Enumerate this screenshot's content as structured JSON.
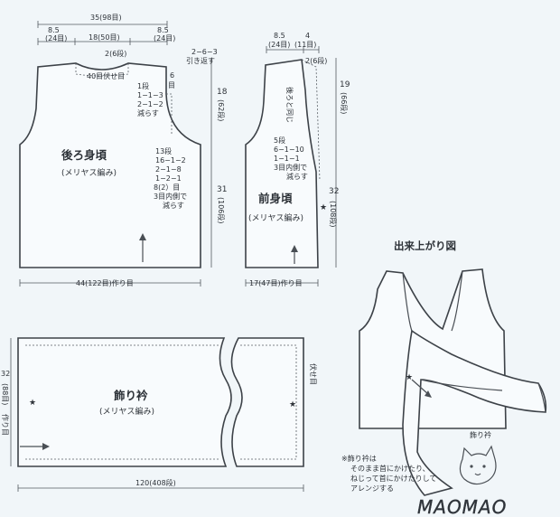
{
  "back": {
    "title": "後ろ身頃",
    "subtitle": "(メリヤス編み)",
    "width_top": "35(98目)",
    "shoulder_l": "8.5",
    "shoulder_l_sts": "(24目)",
    "neck_w": "18(50目)",
    "shoulder_r": "8.5",
    "shoulder_r_sts": "(24目)",
    "neck_rows": "2(6段)",
    "neck_bindoff": "40目伏せ目",
    "shoulder_dec_1": "2−6−3",
    "shoulder_dec_2": "引き返す",
    "armhole_h": "18",
    "armhole_h_rows": "(62段)",
    "arm_1": "1段",
    "arm_2": "1−1−3",
    "arm_3": "2−1−2",
    "arm_4": "減らす",
    "arm_5": "6",
    "arm_6": "目",
    "body_1": "13段",
    "body_2": "16−1−2",
    "body_3": "2−1−8",
    "body_4": "1−2−1",
    "body_5": "8(2）目",
    "body_6": "3目内側で",
    "body_7": "減らす",
    "body_h": "31",
    "body_h_rows": "(106段)",
    "width_bottom": "44(122目)作り目"
  },
  "front": {
    "title": "前身頃",
    "subtitle": "(メリヤス編み)",
    "top_1": "8.5",
    "top_2": "4",
    "top_3": "(24目)",
    "top_4": "(11目)",
    "neck_rows": "2(6段)",
    "neck_note": "後ろと同じ",
    "armhole_h": "19",
    "armhole_h_rows": "(66段)",
    "dec_1": "5段",
    "dec_2": "6−1−10",
    "dec_3": "1−1−1",
    "dec_4": "3目内側で",
    "dec_5": "減らす",
    "star": "★",
    "body_h": "32",
    "body_h_rows": "(108段)",
    "width_bottom": "17(47目)作り目"
  },
  "collar": {
    "title": "飾り衿",
    "subtitle": "(メリヤス編み)",
    "height_1": "32",
    "height_2": "(88目)",
    "height_3": "作り目",
    "bindoff": "伏せ目",
    "length": "120(408段)",
    "star": "★"
  },
  "finished": {
    "title": "出来上がり図",
    "collar_label": "飾り衿",
    "star": "★",
    "note_1": "※飾り衿は",
    "note_2": "そのまま首にかけたり、",
    "note_3": "ねじって首にかけたりして",
    "note_4": "アレンジする",
    "watermark": "MAOMAO"
  }
}
